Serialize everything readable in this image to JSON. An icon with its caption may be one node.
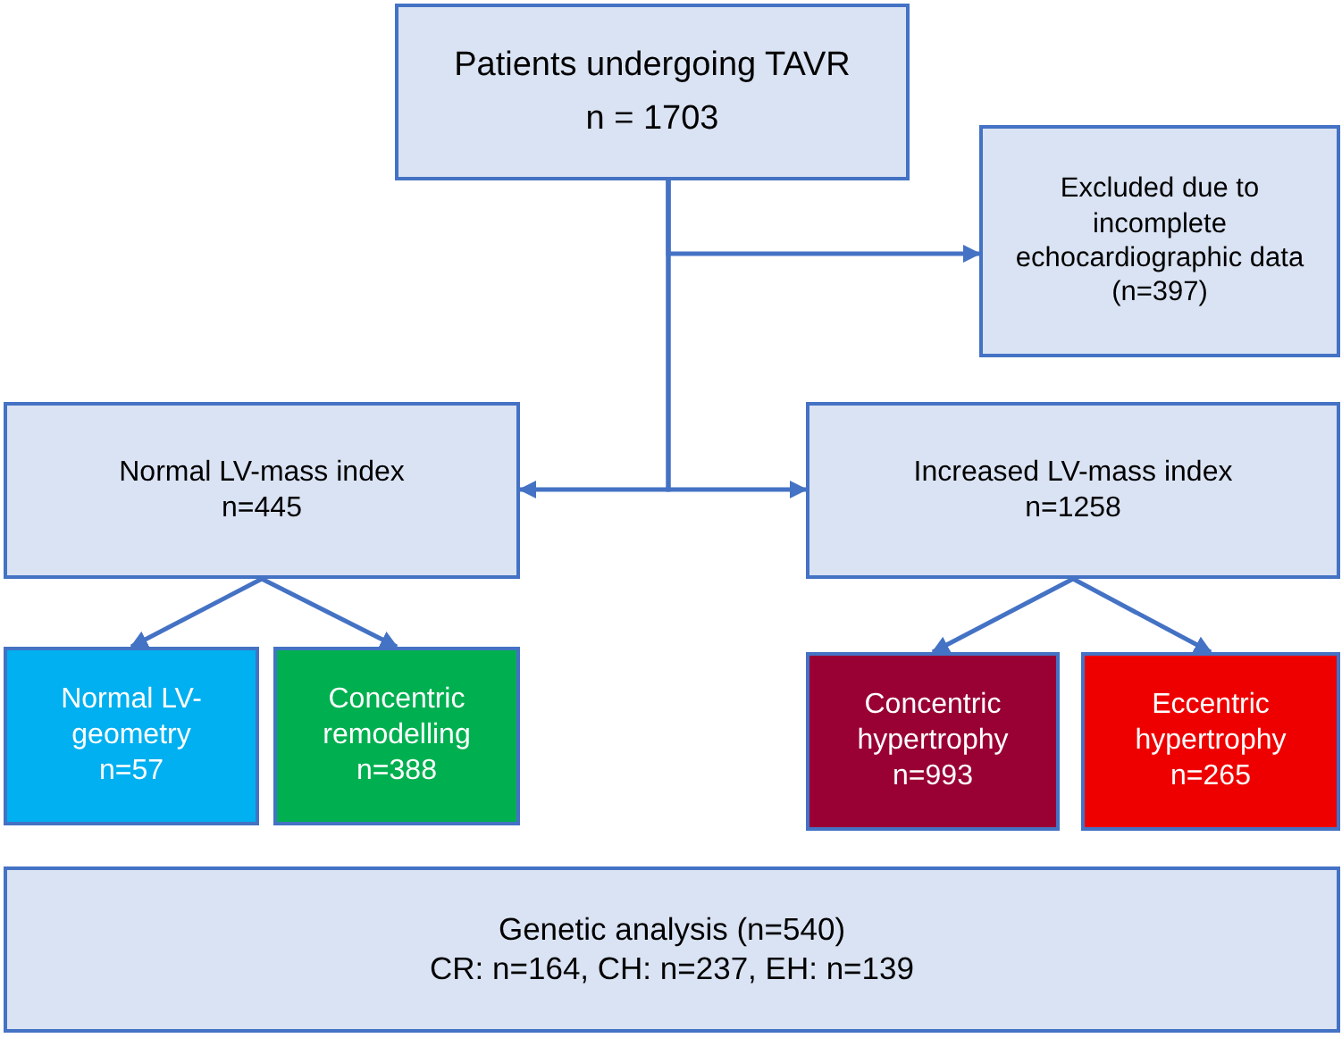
{
  "diagram": {
    "nodes": [
      {
        "text": [
          "Patients undergoing TAVR",
          "n = 1703"
        ]
      },
      {
        "text": [
          "Excluded due to incomplete echocardiographic data (n=397)"
        ]
      },
      {
        "text": [
          "Normal LV-mass index",
          "n=445"
        ]
      },
      {
        "text": [
          "Increased LV-mass index",
          "n=1258"
        ]
      },
      {
        "text": [
          "Normal LV-geometry",
          "n=57"
        ]
      },
      {
        "text": [
          "Concentric remodelling",
          "n=388"
        ]
      },
      {
        "text": [
          "Concentric hypertrophy",
          "n=993"
        ]
      },
      {
        "text": [
          "Eccentric hypertrophy",
          "n=265"
        ]
      },
      {
        "text": [
          "Genetic analysis (n=540)",
          "CR: n=164, CH: n=237, EH: n=139"
        ]
      }
    ],
    "edges": [
      {
        "from": 0,
        "to": 1,
        "arrow": "to"
      },
      {
        "from": 0,
        "to": 2,
        "arrow": "to"
      },
      {
        "from": 0,
        "to": 3,
        "arrow": "to"
      },
      {
        "from": 2,
        "to": 4,
        "arrow": "to"
      },
      {
        "from": 2,
        "to": 5,
        "arrow": "to"
      },
      {
        "from": 3,
        "to": 6,
        "arrow": "to"
      },
      {
        "from": 3,
        "to": 7,
        "arrow": "to"
      }
    ]
  }
}
